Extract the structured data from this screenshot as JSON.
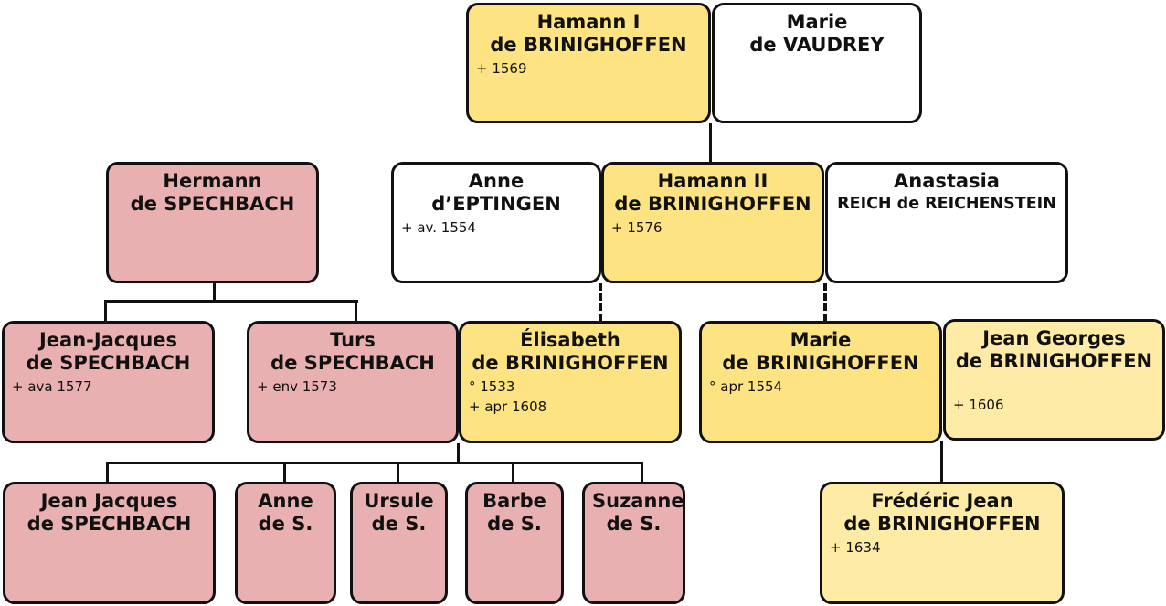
{
  "people": {
    "hamann1": {
      "first": "Hamann I",
      "last": "de BRINIGHOFFEN",
      "dates": "+ 1569"
    },
    "marie_vaudrey": {
      "first": "Marie",
      "last": "de VAUDREY",
      "dates": ""
    },
    "hermann": {
      "first": "Hermann",
      "last": "de SPECHBACH",
      "dates": ""
    },
    "anne_eptingen": {
      "first": "Anne",
      "last": "d’EPTINGEN",
      "dates": "+ av. 1554"
    },
    "hamann2": {
      "first": "Hamann II",
      "last": "de BRINIGHOFFEN",
      "dates": "+ 1576"
    },
    "anastasia": {
      "first": "Anastasia",
      "last": "REICH de REICHENSTEIN",
      "dates": ""
    },
    "jean_jacques_sr": {
      "first": "Jean-Jacques",
      "last": "de SPECHBACH",
      "dates": "+ ava 1577"
    },
    "turs": {
      "first": "Turs",
      "last": "de SPECHBACH",
      "dates": "+ env 1573"
    },
    "elisabeth": {
      "first": "Élisabeth",
      "last": "de BRINIGHOFFEN",
      "dates": "° 1533\n+ apr 1608"
    },
    "marie_b": {
      "first": "Marie",
      "last": "de BRINIGHOFFEN",
      "dates": "° apr 1554"
    },
    "jean_georges": {
      "first": "Jean Georges",
      "last": "de BRINIGHOFFEN",
      "dates": "\n+ 1606"
    },
    "jean_jacques_jr": {
      "first": "Jean Jacques",
      "last": "de SPECHBACH",
      "dates": ""
    },
    "anne_s": {
      "first": "Anne",
      "last": "de S.",
      "dates": ""
    },
    "ursule": {
      "first": "Ursule",
      "last": "de S.",
      "dates": ""
    },
    "barbe": {
      "first": "Barbe",
      "last": "de S.",
      "dates": ""
    },
    "suzanne": {
      "first": "Suzanne",
      "last": "de S.",
      "dates": ""
    },
    "frederic": {
      "first": "Frédéric Jean",
      "last": "de BRINIGHOFFEN",
      "dates": "+ 1634"
    }
  },
  "colors": {
    "main_line": "#fde381",
    "allied_line": "#feeba6",
    "spechbach": "#e8b0b0",
    "spouse": "#ffffff"
  }
}
